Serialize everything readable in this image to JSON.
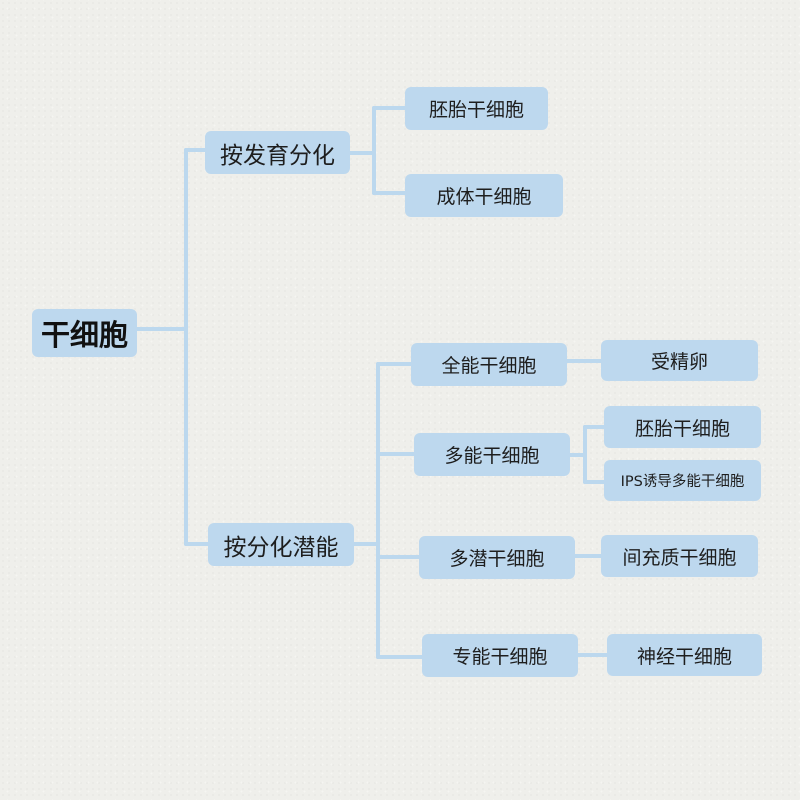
{
  "root": {
    "label": "干细胞"
  },
  "branches": [
    {
      "label": "按发育分化",
      "children": [
        {
          "label": "胚胎干细胞"
        },
        {
          "label": "成体干细胞"
        }
      ]
    },
    {
      "label": "按分化潜能",
      "children": [
        {
          "label": "全能干细胞",
          "children": [
            {
              "label": "受精卵"
            }
          ]
        },
        {
          "label": "多能干细胞",
          "children": [
            {
              "label": "胚胎干细胞"
            },
            {
              "label": "IPS诱导多能干细胞"
            }
          ]
        },
        {
          "label": "多潜干细胞",
          "children": [
            {
              "label": "间充质干细胞"
            }
          ]
        },
        {
          "label": "专能干细胞",
          "children": [
            {
              "label": "神经干细胞"
            }
          ]
        }
      ]
    }
  ]
}
